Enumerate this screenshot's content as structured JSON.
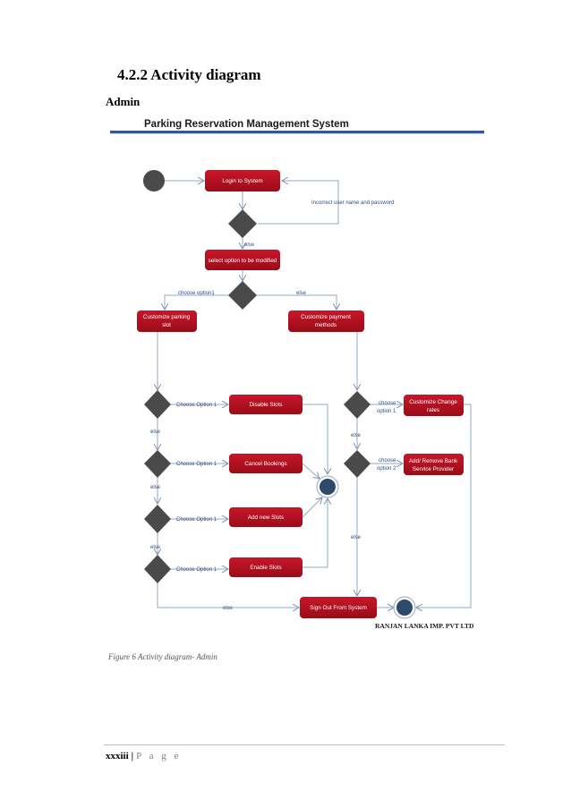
{
  "section_heading": "4.2.2 Activity diagram",
  "subheading": "Admin",
  "diagram": {
    "system_title": "Parking Reservation Management System",
    "activities": {
      "login": "Login to System",
      "select_option": "select option to be modified",
      "customize_parking": [
        "Customize parking",
        "slot"
      ],
      "customize_payment": [
        "Customize payment",
        "methods"
      ],
      "disable_slots": "Disable Slots",
      "cancel_bookings": "Cancel Bookings",
      "add_new_slots": "Add new Slots",
      "enable_slots": "Enable Slots",
      "customize_change": [
        "Customize Change",
        "rates"
      ],
      "add_remove_bank": [
        "Add/ Remove Bank",
        "Service Provider"
      ],
      "sign_out": "Sign Out From System"
    },
    "edge_labels": {
      "incorrect": "Incorrect user name and password",
      "else": "else",
      "choose_option1_lower": "choose option1",
      "choose_option_1": "Choose Option 1",
      "choose": "choose",
      "option_1": "option 1",
      "option_2": "option 2"
    },
    "company": "RANJAN LANKA IMP. PVT LTD"
  },
  "caption": "Figure 6 Activity diagram- Admin",
  "footer": {
    "page_number": "xxxiii",
    "separator": "|",
    "page_word": "P a g e"
  },
  "colors": {
    "activity_fill": "#b30d1b",
    "decision_fill": "#4a4a4a",
    "start_fill": "#4a4a4a",
    "end_fill": "#2e4a6b",
    "edge": "#93a9c6",
    "title_rule": "#2e5a9a"
  }
}
